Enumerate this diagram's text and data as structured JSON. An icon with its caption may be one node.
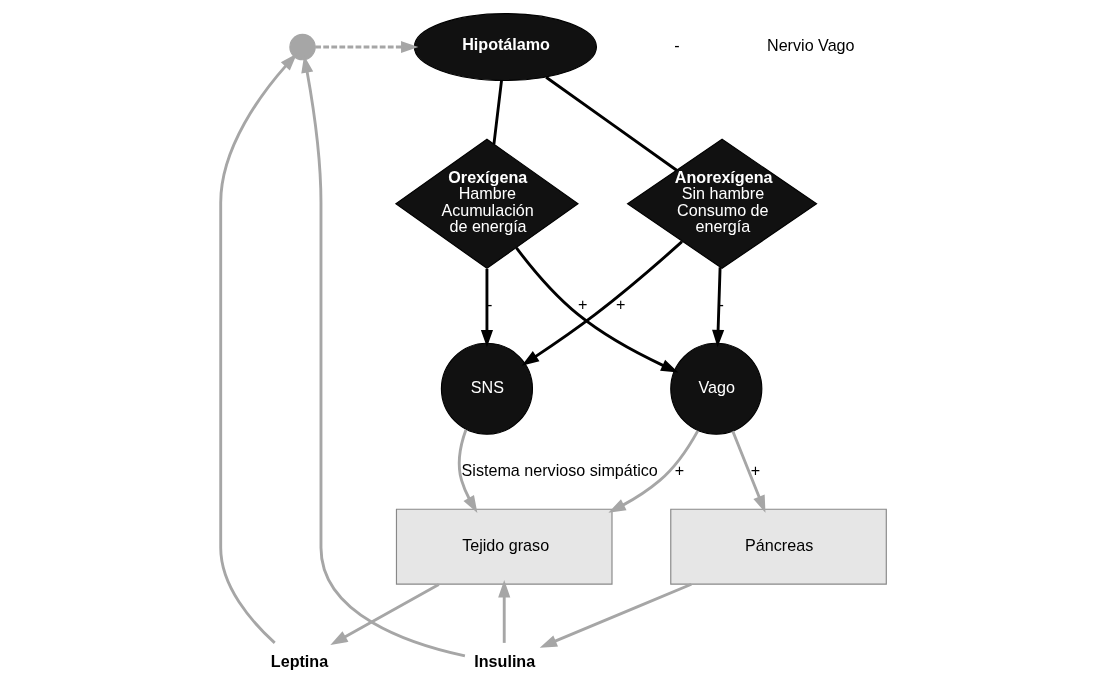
{
  "diagram": {
    "nodes": [
      {
        "text": [
          "Hipotálamo"
        ]
      },
      {
        "text": [],
        "shape": "cross"
      },
      {
        "text": [
          "Leptina"
        ]
      },
      {
        "text": [
          "Insulina"
        ]
      },
      {
        "text": [
          "Tejido graso"
        ]
      },
      {
        "text": [
          "Páncreas"
        ]
      },
      {
        "text": [
          "Anorexígena",
          "Sin hambre Consumo de energía"
        ]
      },
      {
        "text": [
          "Orexígena",
          "Hambre Acumulación de energía"
        ]
      },
      {
        "text": [
          "Vago"
        ]
      },
      {
        "text": [
          "SNS"
        ]
      }
    ],
    "edges": [
      {
        "from": 2,
        "to": 1,
        "arrow": "to"
      },
      {
        "from": 3,
        "to": 1,
        "arrow": "to"
      },
      {
        "from": 1,
        "to": 0,
        "arrow": "to",
        "style": "dashed"
      },
      {
        "from": 0,
        "to": 6,
        "arrow": "none",
        "color": "#000000"
      },
      {
        "from": 0,
        "to": 7,
        "arrow": "none",
        "color": "#000000"
      },
      {
        "from": 6,
        "to": 8,
        "arrow": "to",
        "label": "-",
        "color": "#000000"
      },
      {
        "from": 6,
        "to": 9,
        "arrow": "to",
        "label": "+",
        "color": "#000000"
      },
      {
        "from": 7,
        "to": 8,
        "arrow": "to",
        "label": "+",
        "color": "#000000"
      },
      {
        "from": 7,
        "to": 9,
        "arrow": "to",
        "label": "-",
        "color": "#000000"
      },
      {
        "from": 4,
        "to": 2,
        "arrow": "to"
      },
      {
        "from": 3,
        "to": 4,
        "arrow": "to"
      },
      {
        "from": 5,
        "to": 3,
        "arrow": "to"
      },
      {
        "from": 8,
        "to": 4,
        "arrow": "to",
        "label": "+"
      },
      {
        "from": 8,
        "to": 5,
        "arrow": "to",
        "label": "+"
      },
      {
        "from": 9,
        "to": 4,
        "arrow": "to",
        "label": "Sistema nervioso simpático"
      }
    ],
    "labels": [
      "-",
      "Nervio Vago"
    ]
  }
}
